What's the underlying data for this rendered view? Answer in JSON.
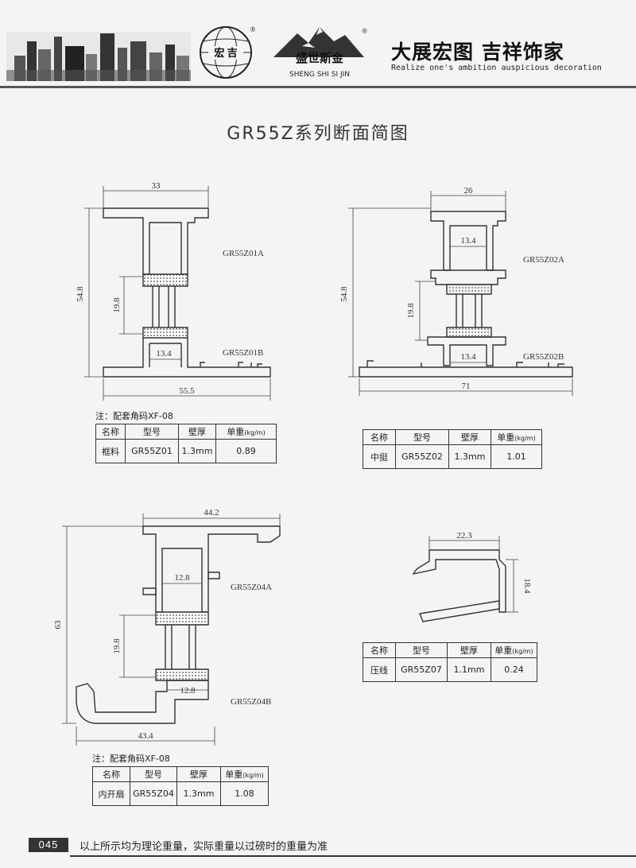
{
  "header": {
    "logo1_text": "宏 吉",
    "logo_mark": "®",
    "logo2_text": "盛世斯金",
    "logo2_pinyin": "SHENG SHI SI JIN",
    "slogan_cn": "大展宏图  吉祥饰家",
    "slogan_en": "Realize one's ambition auspicious decoration"
  },
  "title": "GR55Z系列断面简图",
  "profiles": [
    {
      "dims": {
        "width_top": "33",
        "height": "54.8",
        "glass": "19.8",
        "inner": "13.4",
        "width_bottom": "55.5"
      },
      "labels": [
        "GR55Z01A",
        "GR55Z01B"
      ],
      "note": "注：配套角码XF-08",
      "table": {
        "headers": [
          "名称",
          "型号",
          "壁厚",
          "单重",
          "(kg/m)"
        ],
        "row": [
          "框料",
          "GR55Z01",
          "1.3mm",
          "0.89"
        ]
      }
    },
    {
      "dims": {
        "width_top": "26",
        "height": "54.8",
        "glass": "19.8",
        "inner_top": "13.4",
        "inner_bottom": "13.4",
        "width_bottom": "71"
      },
      "labels": [
        "GR55Z02A",
        "GR55Z02B"
      ],
      "table": {
        "headers": [
          "名称",
          "型号",
          "壁厚",
          "单重",
          "(kg/m)"
        ],
        "row": [
          "中挺",
          "GR55Z02",
          "1.3mm",
          "1.01"
        ]
      }
    },
    {
      "dims": {
        "width_top": "44.2",
        "height": "63",
        "glass": "19.8",
        "inner_top": "12.8",
        "inner_bottom": "12.8",
        "width_bottom": "43.4"
      },
      "labels": [
        "GR55Z04A",
        "GR55Z04B"
      ],
      "note": "注：配套角码XF-08",
      "table": {
        "headers": [
          "名称",
          "型号",
          "壁厚",
          "单重",
          "(kg/m)"
        ],
        "row": [
          "内开扇",
          "GR55Z04",
          "1.3mm",
          "1.08"
        ]
      }
    },
    {
      "dims": {
        "width": "22.3",
        "height": "18.4"
      },
      "table": {
        "headers": [
          "名称",
          "型号",
          "壁厚",
          "单重",
          "(kg/m)"
        ],
        "row": [
          "压线",
          "GR55Z07",
          "1.1mm",
          "0.24"
        ]
      }
    }
  ],
  "footer": {
    "page": "045",
    "text": "以上所示均为理论重量，实际重量以过磅时的重量为准"
  }
}
